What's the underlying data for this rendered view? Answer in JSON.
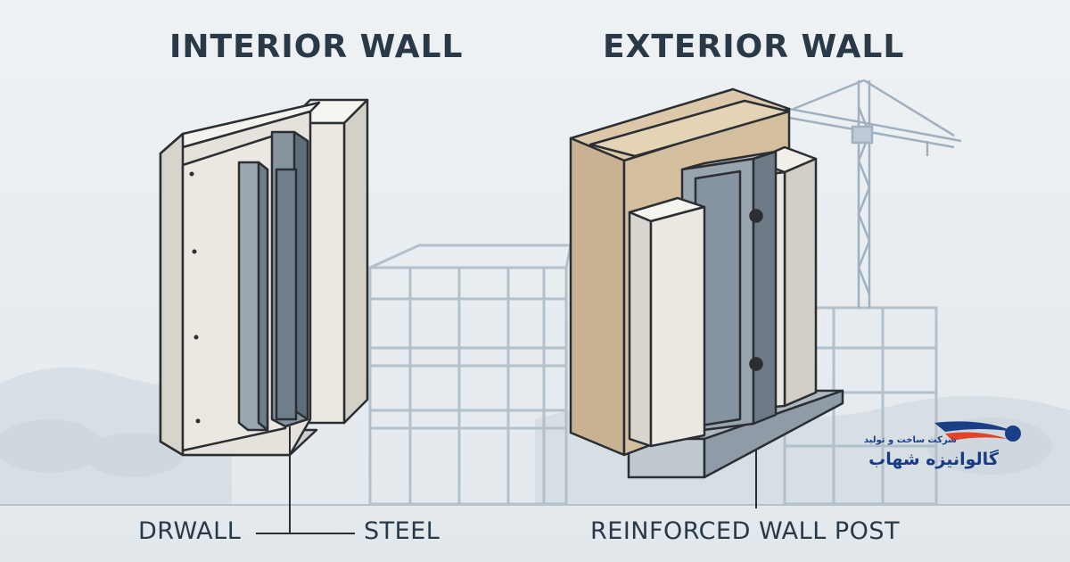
{
  "titles": {
    "interior": "INTERIOR WALL",
    "exterior": "EXTERIOR WALL"
  },
  "labels": {
    "drywall": "DRWALL",
    "steel": "STEEL",
    "post": "REINFORCED WALL POST"
  },
  "logo": {
    "subtitle": "شرکت ساخت و تولید",
    "name": "گالوانیزه شهاب"
  },
  "colors": {
    "background": "#e9eef2",
    "text": "#2a3947",
    "drywall": "#ece9e2",
    "steel": "#7f8d99",
    "insulation": "#cdb796",
    "logo_blue": "#1a3f86",
    "logo_red": "#e2442a"
  }
}
